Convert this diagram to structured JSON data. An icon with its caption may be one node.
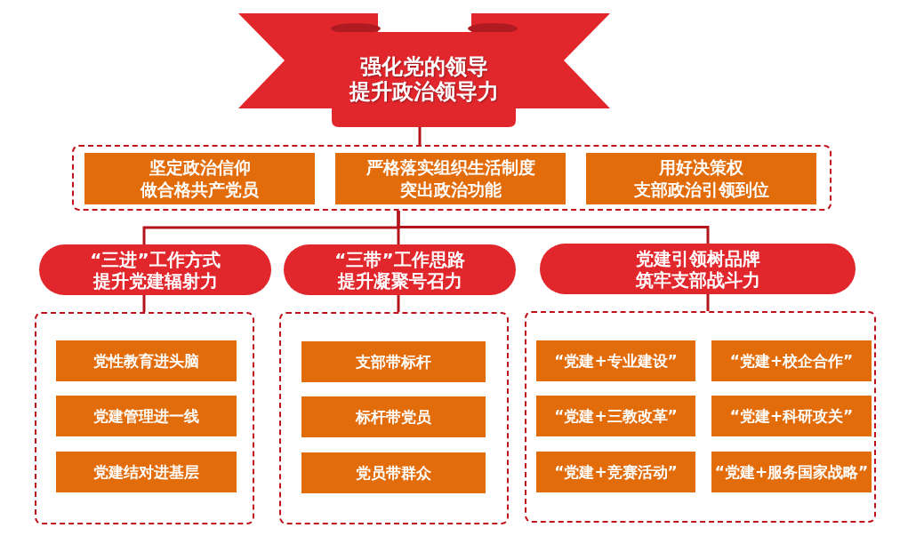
{
  "diagram": {
    "nodes": [
      {
        "text": [
          "强化党的领导",
          "提升政治领导力"
        ]
      },
      {
        "text": [],
        "shape": "box"
      },
      {
        "text": [
          "坚定政治信仰",
          "做合格共产党员"
        ],
        "in": 1
      },
      {
        "text": [
          "严格落实组织生活制度",
          "突出政治功能"
        ],
        "in": 1
      },
      {
        "text": [
          "用好决策权",
          "支部政治引领到位"
        ],
        "in": 1
      },
      {
        "text": [
          "“三进”工作方式",
          "提升党建辐射力"
        ]
      },
      {
        "text": [
          "“三带”工作思路",
          "提升凝聚号召力"
        ]
      },
      {
        "text": [
          "党建引领树品牌",
          "筑牢支部战斗力"
        ]
      },
      {
        "text": [],
        "shape": "box"
      },
      {
        "text": [
          "党性教育进头脑"
        ],
        "in": 8
      },
      {
        "text": [
          "党建管理进一线"
        ],
        "in": 8
      },
      {
        "text": [
          "党建结对进基层"
        ],
        "in": 8
      },
      {
        "text": [],
        "shape": "box"
      },
      {
        "text": [
          "支部带标杆"
        ],
        "in": 12
      },
      {
        "text": [
          "标杆带党员"
        ],
        "in": 12
      },
      {
        "text": [
          "党员带群众"
        ],
        "in": 12
      },
      {
        "text": [],
        "shape": "box"
      },
      {
        "text": [
          "“党建+专业建设”"
        ],
        "in": 16
      },
      {
        "text": [
          "“党建+校企合作”"
        ],
        "in": 16
      },
      {
        "text": [
          "“党建+三教改革”"
        ],
        "in": 16
      },
      {
        "text": [
          "“党建+科研攻关”"
        ],
        "in": 16
      },
      {
        "text": [
          "“党建+竞赛活动”"
        ],
        "in": 16
      },
      {
        "text": [
          "“党建+服务国家战略”"
        ],
        "in": 16
      }
    ],
    "edges": [
      {
        "from": 0,
        "to": 1,
        "arrow": "none"
      },
      {
        "from": 1,
        "to": 5,
        "arrow": "none"
      },
      {
        "from": 1,
        "to": 6,
        "arrow": "none"
      },
      {
        "from": 1,
        "to": 7,
        "arrow": "none"
      },
      {
        "from": 5,
        "to": 8,
        "arrow": "none"
      },
      {
        "from": 6,
        "to": 12,
        "arrow": "none"
      },
      {
        "from": 7,
        "to": 16,
        "arrow": "none"
      }
    ]
  }
}
